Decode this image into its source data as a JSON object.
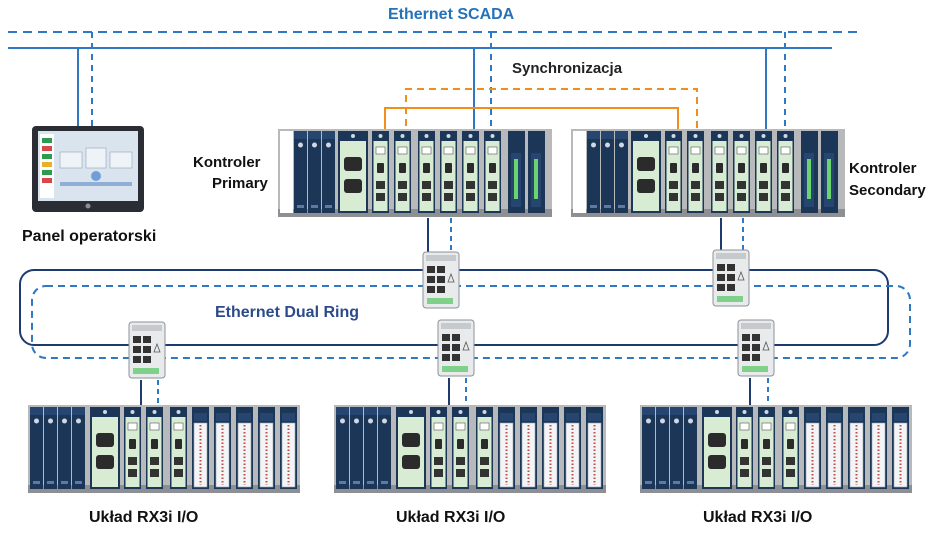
{
  "labels": {
    "ethernet_scada": "Ethernet SCADA",
    "synchronization": "Synchronizacja",
    "controller_primary_line1": "Kontroler",
    "controller_primary_line2": "Primary",
    "controller_secondary_line1": "Kontroler",
    "controller_secondary_line2": "Secondary",
    "operator_panel": "Panel operatorski",
    "dual_ring": "Ethernet Dual Ring",
    "io_rack_left": "Układ RX3i I/O",
    "io_rack_center": "Układ RX3i I/O",
    "io_rack_right": "Układ RX3i I/O"
  },
  "colors": {
    "scada_line": "#2f78c4",
    "sync_line": "#f28e1c",
    "ring_line": "#1f3a6e",
    "module_dark": "#1c3658",
    "module_light": "#d8ecd4",
    "rack_base": "#b8b9bb",
    "switch_body": "#e8eaec"
  },
  "icons": {
    "operator_panel": "hmi-touch-panel-icon",
    "switch": "industrial-ethernet-switch-icon",
    "controller": "plc-rack-icon",
    "io_rack": "io-rack-icon"
  }
}
